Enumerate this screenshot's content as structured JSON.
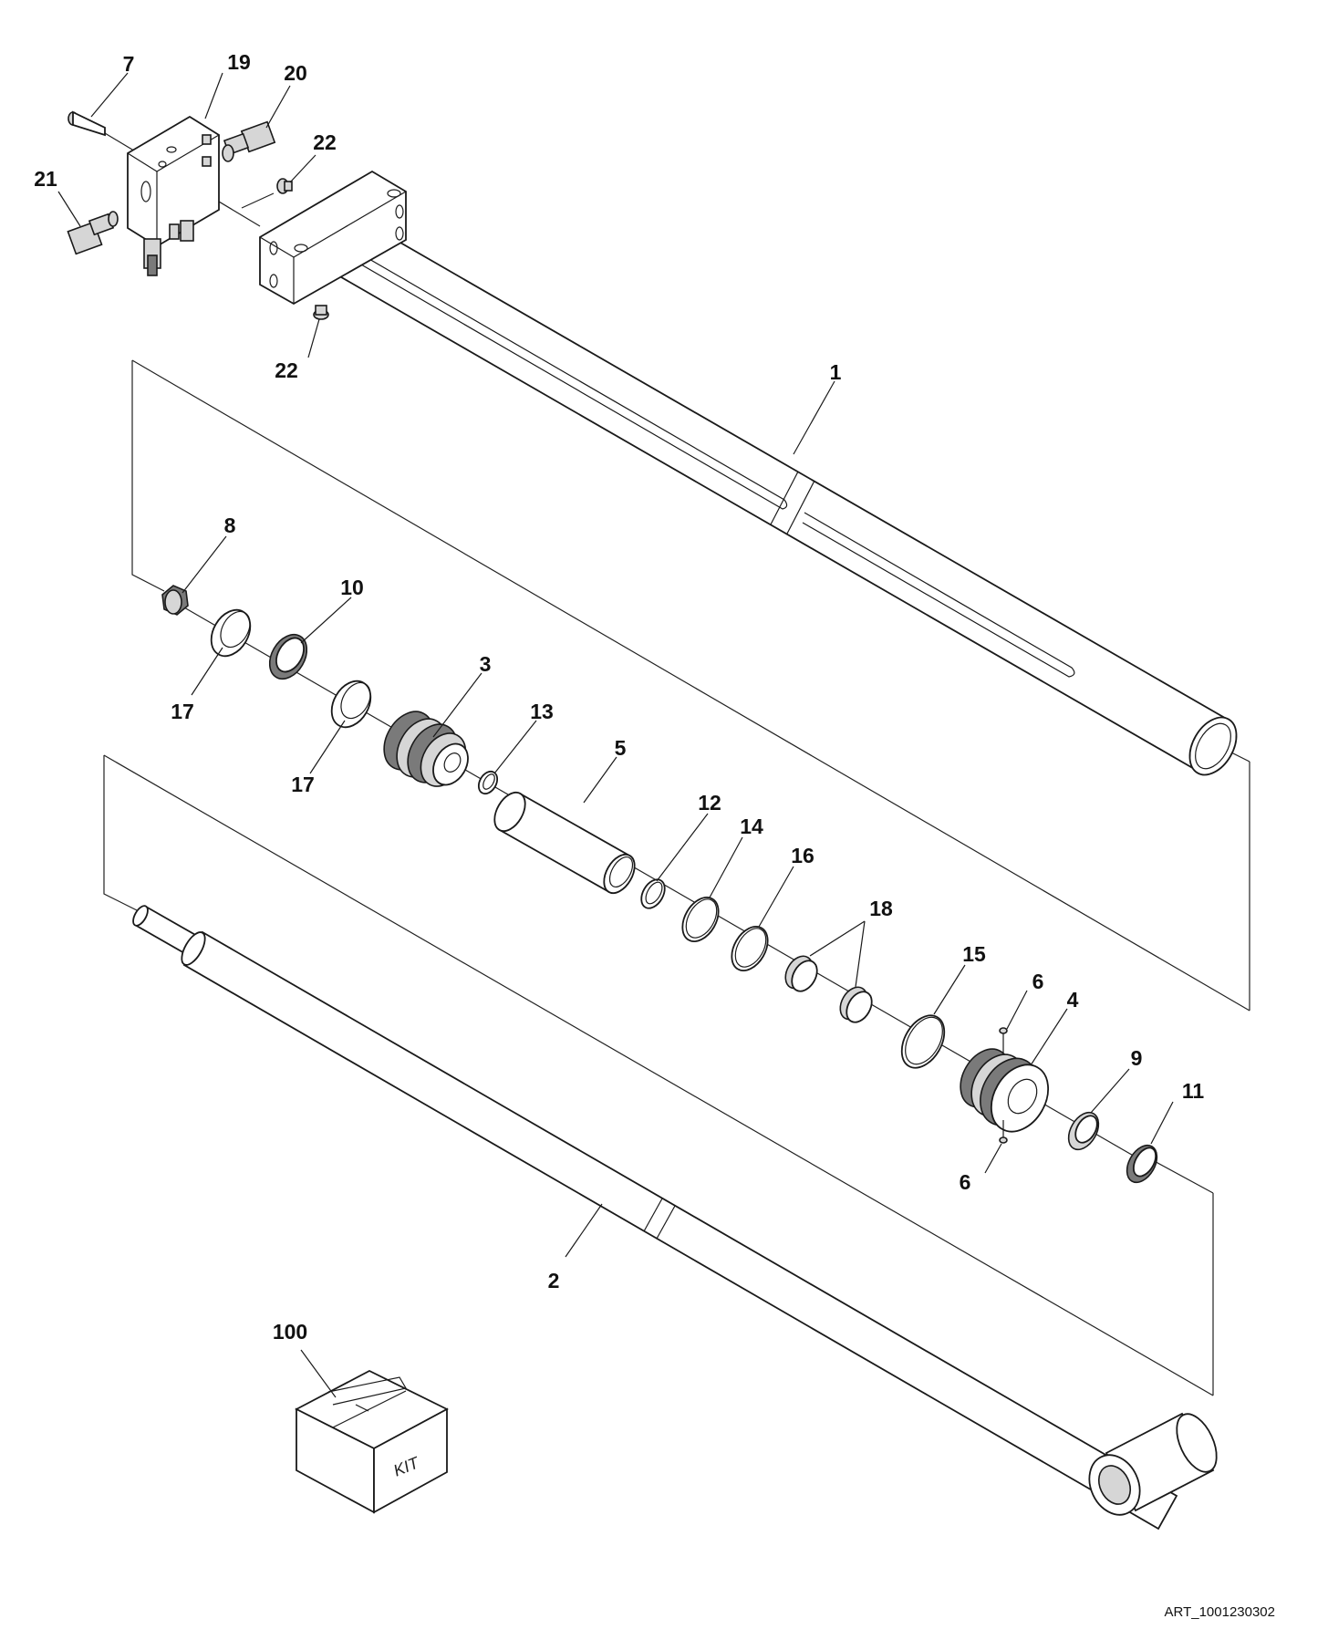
{
  "callouts": [
    {
      "id": "1",
      "text": "1"
    },
    {
      "id": "2",
      "text": "2"
    },
    {
      "id": "3",
      "text": "3"
    },
    {
      "id": "4",
      "text": "4"
    },
    {
      "id": "5",
      "text": "5"
    },
    {
      "id": "6a",
      "text": "6"
    },
    {
      "id": "6b",
      "text": "6"
    },
    {
      "id": "7",
      "text": "7"
    },
    {
      "id": "8",
      "text": "8"
    },
    {
      "id": "9",
      "text": "9"
    },
    {
      "id": "10",
      "text": "10"
    },
    {
      "id": "11",
      "text": "11"
    },
    {
      "id": "12",
      "text": "12"
    },
    {
      "id": "13",
      "text": "13"
    },
    {
      "id": "14",
      "text": "14"
    },
    {
      "id": "15",
      "text": "15"
    },
    {
      "id": "16",
      "text": "16"
    },
    {
      "id": "17a",
      "text": "17"
    },
    {
      "id": "17b",
      "text": "17"
    },
    {
      "id": "18",
      "text": "18"
    },
    {
      "id": "19",
      "text": "19"
    },
    {
      "id": "20",
      "text": "20"
    },
    {
      "id": "21",
      "text": "21"
    },
    {
      "id": "22a",
      "text": "22"
    },
    {
      "id": "22b",
      "text": "22"
    },
    {
      "id": "100",
      "text": "100"
    }
  ],
  "kit_label": "KIT",
  "art_ref": "ART_1001230302"
}
